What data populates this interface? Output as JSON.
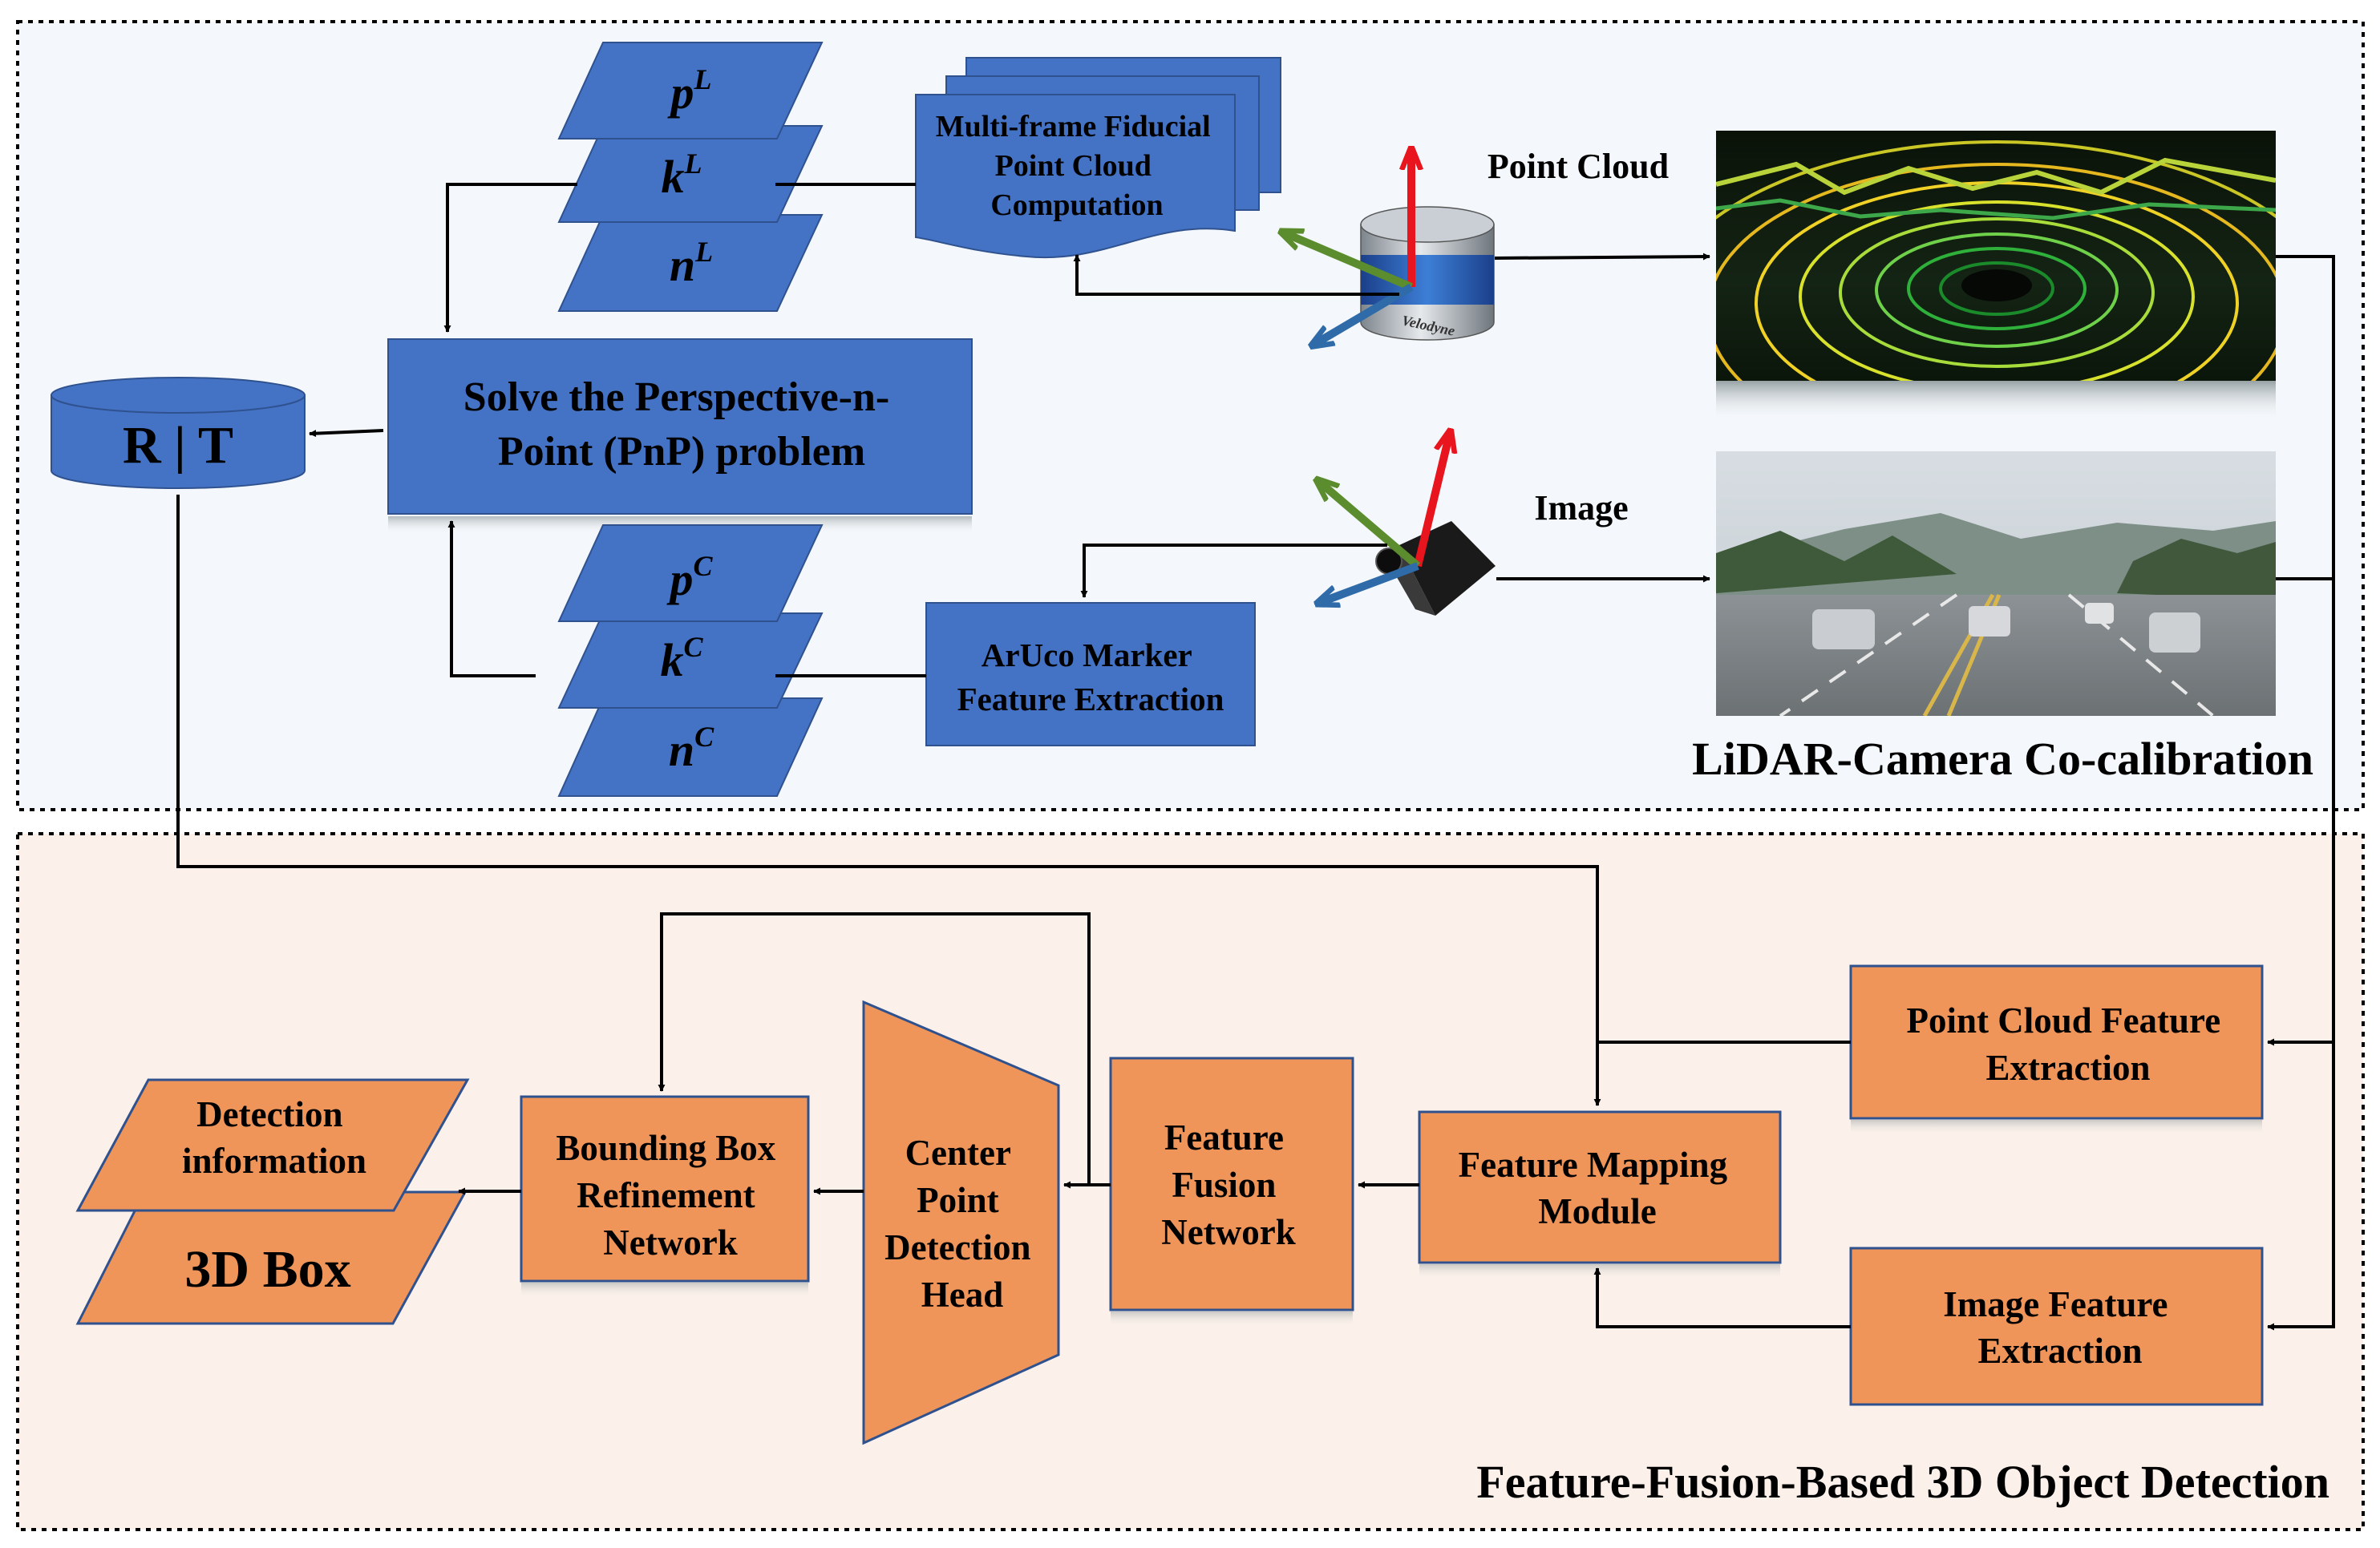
{
  "sections": {
    "calibration_title": "LiDAR-Camera Co-calibration",
    "detection_title": "Feature-Fusion-Based 3D Object Detection"
  },
  "lidar_branch": {
    "layers": [
      {
        "base": "p",
        "sup": "L"
      },
      {
        "base": "k",
        "sup": "L"
      },
      {
        "base": "n",
        "sup": "L"
      }
    ],
    "fiducial_box": [
      "Multi-frame Fiducial",
      "Point Cloud",
      "Computation"
    ],
    "sensor_label": "Point Cloud",
    "sensor_brand": "Velodyne"
  },
  "camera_branch": {
    "layers": [
      {
        "base": "p",
        "sup": "C"
      },
      {
        "base": "k",
        "sup": "C"
      },
      {
        "base": "n",
        "sup": "C"
      }
    ],
    "aruco_box": [
      "ArUco Marker",
      "Feature Extraction"
    ],
    "sensor_label": "Image"
  },
  "pnp_box": [
    "Solve the Perspective-n-",
    "Point (PnP) problem"
  ],
  "rt_label": "R | T",
  "detection": {
    "pc_feature_extraction": [
      "Point Cloud Feature",
      "Extraction"
    ],
    "image_feature_extraction": [
      "Image Feature",
      "Extraction"
    ],
    "feature_mapping": [
      "Feature Mapping",
      "Module"
    ],
    "feature_fusion": [
      "Feature",
      "Fusion",
      "Network"
    ],
    "center_point_head": [
      "Center",
      "Point",
      "Detection",
      "Head"
    ],
    "bbox_refinement": [
      "Bounding Box",
      "Refinement",
      "Network"
    ],
    "detection_info": [
      "Detection",
      "information"
    ],
    "box_3d": "3D Box"
  },
  "colors": {
    "blue_fill": "#4472C4",
    "blue_stroke": "#2F528F",
    "orange_fill": "#F0955A",
    "orange_stroke": "#2F528F",
    "top_bg": "#F4F7FB",
    "bottom_bg": "#FCF1EA",
    "axis_red": "#E8141E",
    "axis_green": "#5B8C2E",
    "axis_blue": "#2E6BA8"
  }
}
